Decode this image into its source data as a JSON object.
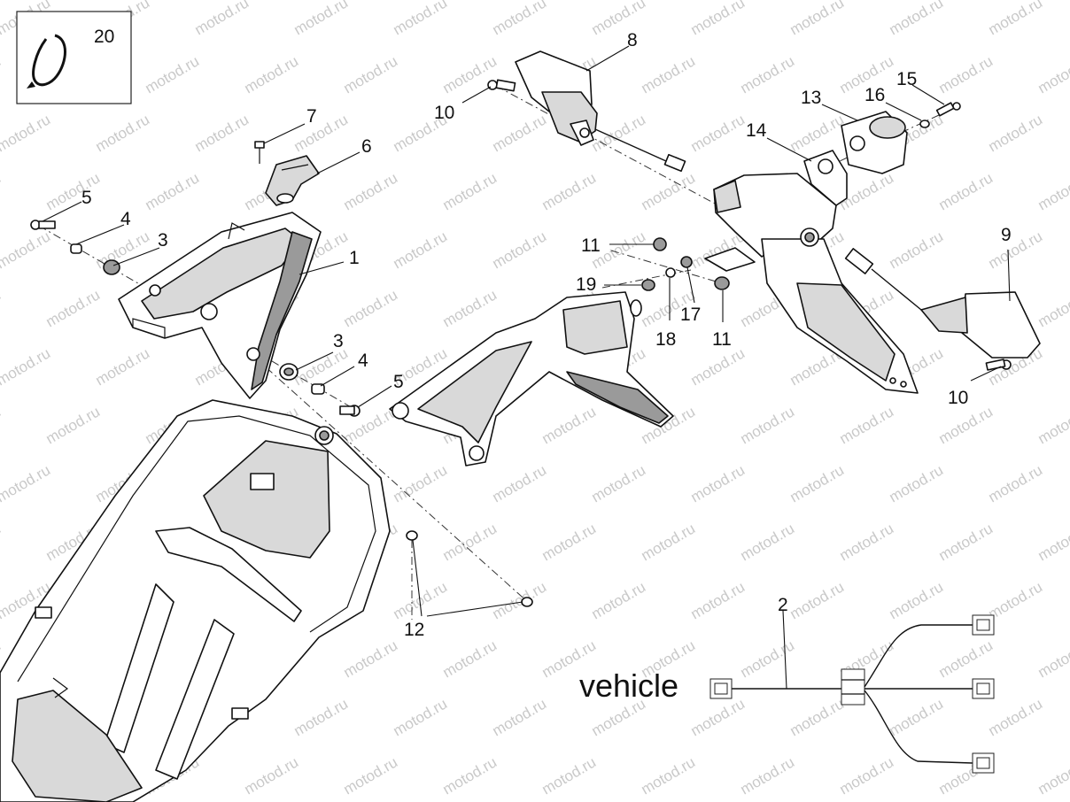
{
  "watermark": "motod.ru",
  "kit_box": {
    "number": "20"
  },
  "callouts": {
    "c1": "1",
    "c2": "2",
    "c3a": "3",
    "c3b": "3",
    "c4a": "4",
    "c4b": "4",
    "c5a": "5",
    "c5b": "5",
    "c6": "6",
    "c7": "7",
    "c8": "8",
    "c9": "9",
    "c10a": "10",
    "c10b": "10",
    "c11a": "11",
    "c11b": "11",
    "c12": "12",
    "c13": "13",
    "c14": "14",
    "c15": "15",
    "c16": "16",
    "c17": "17",
    "c18": "18",
    "c19": "19"
  },
  "wiring": {
    "vehicle_label": "vehicle"
  }
}
